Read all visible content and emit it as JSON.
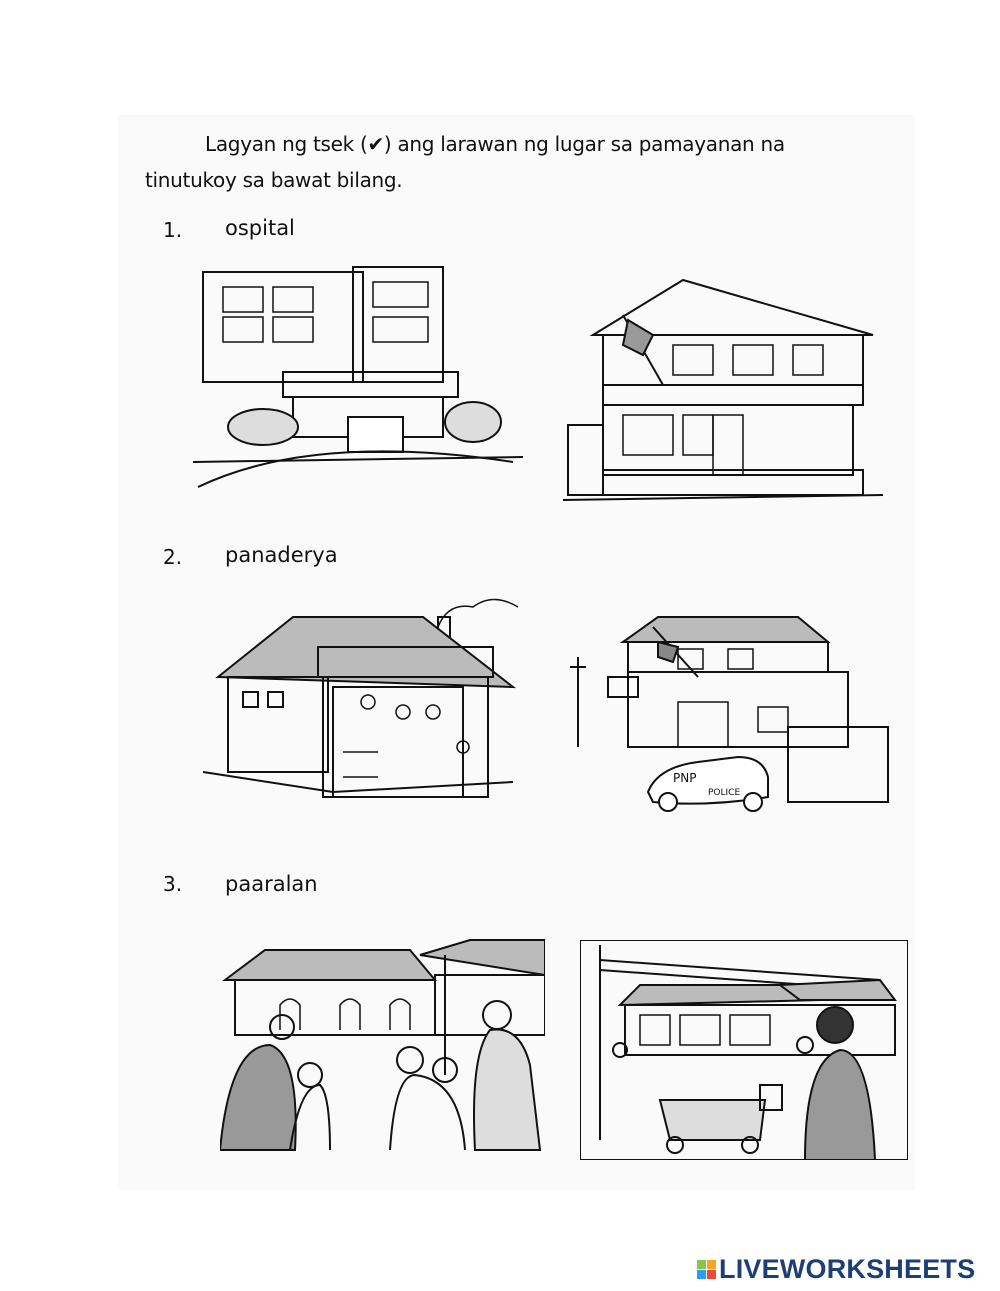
{
  "instructions": {
    "line1": "Lagyan ng tsek (✔) ang larawan ng lugar sa pamayanan na",
    "line2": "tinutukoy sa bawat bilang."
  },
  "items": [
    {
      "number": "1.",
      "label": "ospital"
    },
    {
      "number": "2.",
      "label": "panaderya"
    },
    {
      "number": "3.",
      "label": "paaralan"
    }
  ],
  "images": {
    "police_car_text_1": "PNP",
    "police_car_text_2": "POLICE"
  },
  "logo": {
    "text": "LIVEWORKSHEETS",
    "colors": [
      "#8bc34a",
      "#f5a623",
      "#2a9df4",
      "#e84c3d"
    ]
  }
}
